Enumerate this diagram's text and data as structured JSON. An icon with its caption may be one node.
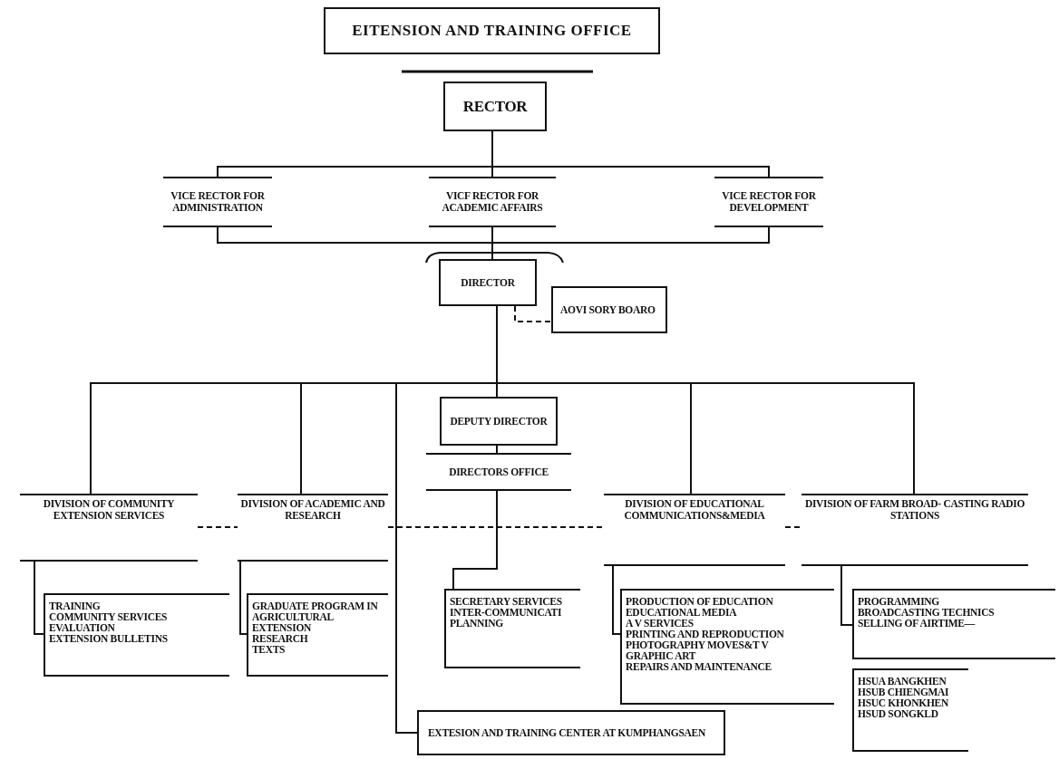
{
  "diagram": {
    "nodes": [
      {
        "text": [
          "EITENSION AND TRAINING OFFICE"
        ]
      },
      {
        "text": [
          "RECTOR"
        ]
      },
      {
        "text": [
          "VICE RECTOR FOR ADMINISTRATION"
        ]
      },
      {
        "text": [
          "VICF RECTOR FOR ACADEMIC AFFAIRS"
        ]
      },
      {
        "text": [
          "VICE RECTOR FOR DEVELOPMENT"
        ]
      },
      {
        "text": [
          "DIRECTOR"
        ]
      },
      {
        "text": [
          "AOVI SORY BOARO"
        ]
      },
      {
        "text": [
          "DEPUTY DIRECTOR"
        ]
      },
      {
        "text": [
          "DIRECTORS OFFICE"
        ]
      },
      {
        "text": [
          "DIVISION OF COMMUNITY EXTENSION SERVICES"
        ]
      },
      {
        "text": [
          "DIVISION OF ACADEMIC AND RESEARCH"
        ]
      },
      {
        "text": [
          "DIVISION OF EDUCATIONAL COMMUNICATIONS&MEDIA"
        ]
      },
      {
        "text": [
          "DIVISION OF FARM BROAD- CASTING RADIO STATIONS"
        ]
      },
      {
        "text": [
          "TRAINING",
          "COMMUNITY SERVICES",
          "EVALUATION",
          "EXTENSION BULLETINS"
        ]
      },
      {
        "text": [
          "GRADUATE PROGRAM IN AGRICULTURAL EXTENSION",
          "RESEARCH",
          "TEXTS"
        ]
      },
      {
        "text": [
          "SECRETARY SERVICES",
          "INTER-COMMUNICATI",
          "PLANNING"
        ]
      },
      {
        "text": [
          "EXTESION AND TRAINING CENTER AT KUMPHANGSAEN"
        ]
      },
      {
        "text": [
          "PRODUCTION OF EDUCATION EDUCATIONAL MEDIA",
          "A V SERVICES",
          "PRINTING AND REPRODUCTION",
          "PHOTOGRAPHY MOVES&T V",
          "GRAPHIC ART",
          "REPAIRS AND MAINTENANCE"
        ]
      },
      {
        "text": [
          "PROGRAMMING",
          "BROADCASTING TECHNICS",
          "SELLING OF AIRTIME—"
        ]
      },
      {
        "text": [
          "HSUA BANGKHEN",
          "HSUB CHIENGMAI",
          "HSUC KHONKHEN",
          "HSUD SONGKLD"
        ]
      }
    ],
    "edges": [
      {
        "from": 1,
        "to": 2,
        "arrow": "none"
      },
      {
        "from": 1,
        "to": 3,
        "arrow": "none"
      },
      {
        "from": 1,
        "to": 4,
        "arrow": "none"
      },
      {
        "from": 3,
        "to": 5,
        "arrow": "none"
      },
      {
        "from": 2,
        "to": 5,
        "arrow": "none"
      },
      {
        "from": 4,
        "to": 5,
        "arrow": "none"
      },
      {
        "from": 5,
        "to": 6,
        "arrow": "none",
        "style": "dashed"
      },
      {
        "from": 5,
        "to": 7,
        "arrow": "none"
      },
      {
        "from": 5,
        "to": 9,
        "arrow": "none"
      },
      {
        "from": 5,
        "to": 10,
        "arrow": "none"
      },
      {
        "from": 5,
        "to": 16,
        "arrow": "none"
      },
      {
        "from": 5,
        "to": 11,
        "arrow": "none"
      },
      {
        "from": 5,
        "to": 12,
        "arrow": "none"
      },
      {
        "from": 7,
        "to": 8,
        "arrow": "none"
      },
      {
        "from": 8,
        "to": 15,
        "arrow": "none"
      },
      {
        "from": 9,
        "to": 13,
        "arrow": "none"
      },
      {
        "from": 10,
        "to": 14,
        "arrow": "none"
      },
      {
        "from": 11,
        "to": 17,
        "arrow": "none"
      },
      {
        "from": 12,
        "to": 18,
        "arrow": "none"
      },
      {
        "from": 9,
        "to": 10,
        "arrow": "none",
        "style": "dashed"
      },
      {
        "from": 10,
        "to": 11,
        "arrow": "none",
        "style": "dashed"
      },
      {
        "from": 11,
        "to": 12,
        "arrow": "none",
        "style": "dashed"
      }
    ]
  }
}
